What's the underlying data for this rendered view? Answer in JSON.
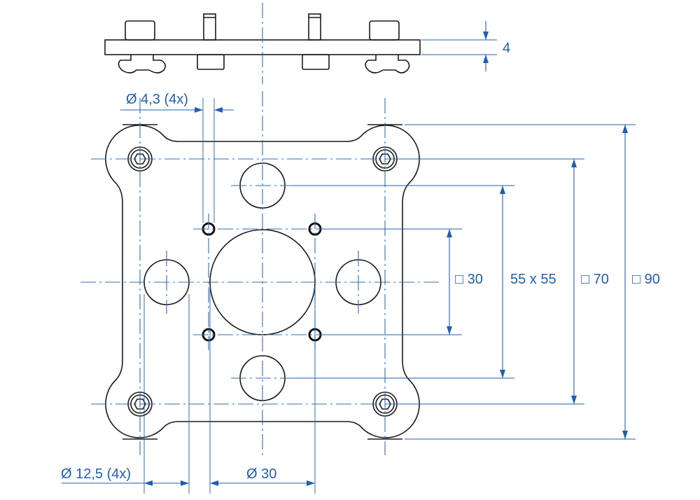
{
  "dimensions": {
    "thickness": "4",
    "hole_small": "Ø 4,3 (4x)",
    "hole_large": "Ø 12,5 (4x)",
    "center_bore": "Ø 30",
    "square_30": "□ 30",
    "pattern_55": "55 x 55",
    "square_70": "□ 70",
    "square_90": "□ 90"
  },
  "colors": {
    "outline": "#1a1a1a",
    "dimension": "#1f5fae"
  }
}
